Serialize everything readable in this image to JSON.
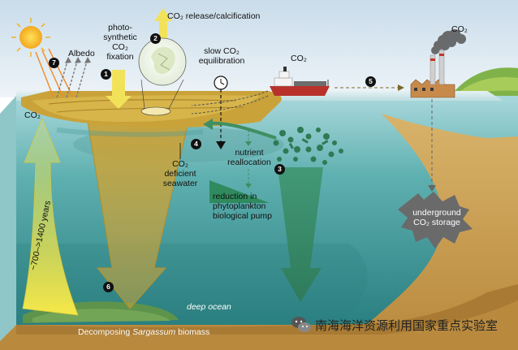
{
  "labels": {
    "co2_release": "CO₂ release/calcification",
    "photo_l1": "photo-",
    "photo_l2": "synthetic",
    "photo_l3": "CO₂",
    "photo_l4": "fixation",
    "albedo": "Albedo",
    "co2_left": "CO₂",
    "slow_l1": "slow CO₂",
    "slow_l2": "equilibration",
    "co2_ship": "CO₂",
    "co2_factory": "CO₂",
    "deficient_l1": "CO₂",
    "deficient_l2": "deficient",
    "deficient_l3": "seawater",
    "nutrient_l1": "nutrient",
    "nutrient_l2": "reallocation",
    "reduction_l1": "reduction in",
    "reduction_l2": "phytoplankton",
    "reduction_l3": "biological pump",
    "underground_l1": "underground",
    "underground_l2": "CO₂ storage",
    "years": "~700–>1400 years",
    "deep_ocean": "deep ocean",
    "decomp_prefix": "Decomposing ",
    "decomp_italic": "Sargassum",
    "decomp_suffix": " biomass",
    "watermark": "南海海洋资源利用国家重点实验室"
  },
  "markers": [
    "1",
    "2",
    "3",
    "4",
    "5",
    "6",
    "7"
  ],
  "colors": {
    "sky": "#dbe8f2",
    "ocean_surface": "#8ec8d0",
    "ocean_deep": "#2f8b86",
    "sediment": "#c9a15a",
    "sargassum": "#c9a33a",
    "yellow_arrow": "#f2e25a",
    "green_arrow": "#3f8f62",
    "storage": "#6a6a6a"
  }
}
